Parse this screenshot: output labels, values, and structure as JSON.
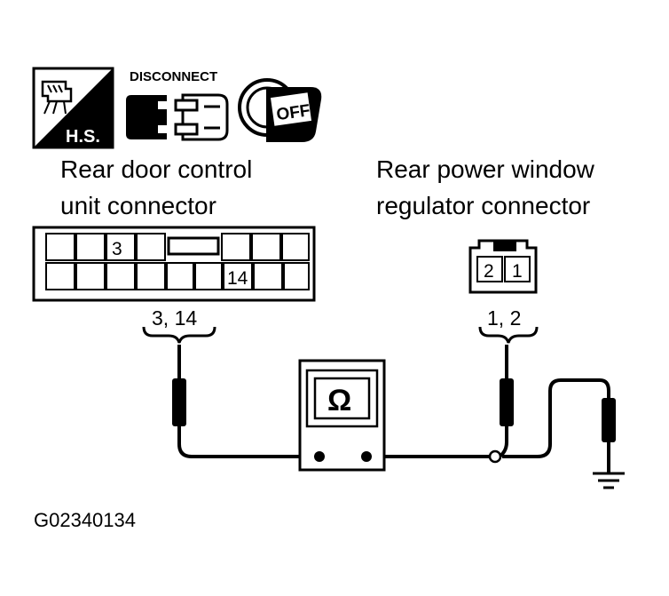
{
  "icons": {
    "hs_label": "H.S.",
    "disconnect_label": "DISCONNECT",
    "off_label": "OFF"
  },
  "left_connector": {
    "title_line1": "Rear door control",
    "title_line2": "unit connector",
    "pin_a": "3",
    "pin_b": "14",
    "probe_label": "3, 14"
  },
  "right_connector": {
    "title_line1": "Rear power window",
    "title_line2": "regulator connector",
    "pin_left": "2",
    "pin_right": "1",
    "probe_label": "1, 2"
  },
  "meter": {
    "symbol": "Ω"
  },
  "figure_id": "G02340134"
}
